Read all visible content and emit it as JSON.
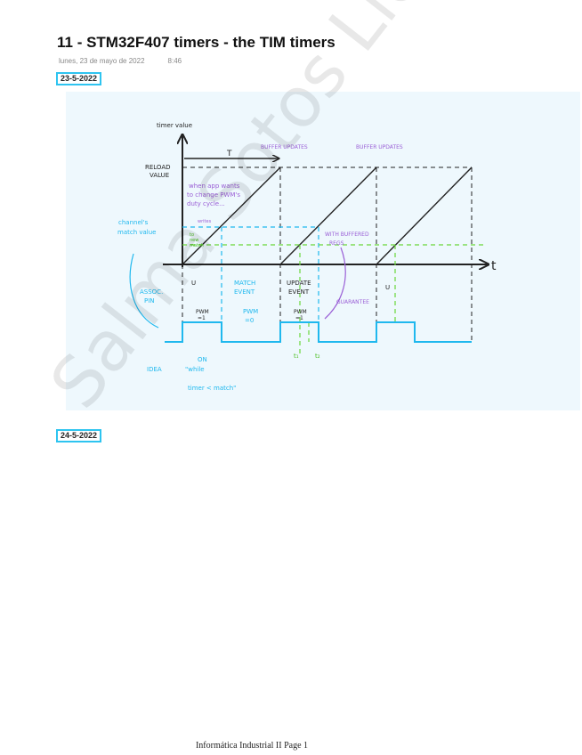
{
  "page": {
    "title": "11 - STM32F407 timers - the TIM timers",
    "date": "lunes, 23 de mayo de 2022",
    "time": "8:46",
    "footer": "Informática Industrial II Page 1",
    "watermark": "Salma Sotos Llopis"
  },
  "sections": [
    {
      "date": "23-5-2022"
    },
    {
      "date": "24-5-2022"
    }
  ],
  "drawing": {
    "axis_y": "timer value",
    "axis_x": "t",
    "period": "T",
    "reload": [
      "RELOAD",
      "VALUE"
    ],
    "buffer1": "BUFFER UPDATES",
    "buffer2": "BUFFER UPDATES",
    "app_note": [
      "when app wants",
      "to change PWM's",
      "duty cycle..."
    ],
    "writes": "writes",
    "to_new": [
      "to",
      "new",
      "match"
    ],
    "match_value": [
      "channel's",
      "match value"
    ],
    "buffered": [
      "WITH BUFFERED",
      "REGS"
    ],
    "assoc": [
      "ASSOC.",
      "PIN"
    ],
    "u1": "U",
    "u2": "U",
    "match_event": [
      "MATCH",
      "EVENT"
    ],
    "update_event": [
      "UPDATE",
      "EVENT"
    ],
    "pwm1": [
      "PWM",
      "=1"
    ],
    "pwm0": [
      "PWM",
      "=0"
    ],
    "pwm2": [
      "PWM",
      "=1"
    ],
    "guarantee": "GUARANTEE",
    "t1": "t₁",
    "t2": "t₂",
    "idea": "IDEA",
    "on": "ON",
    "while": "\"while",
    "cond": "timer < match\"",
    "colors": {
      "black": "#222222",
      "purple": "#9a5fd6",
      "cyan": "#1fb8ee",
      "green": "#6ad63a"
    }
  }
}
